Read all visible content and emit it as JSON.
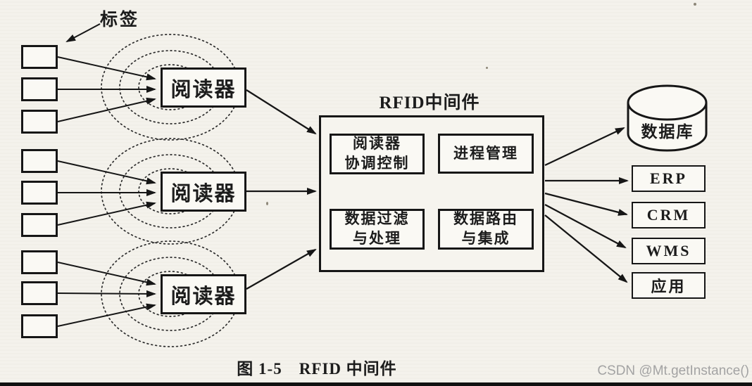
{
  "diagram": {
    "tags_label": "标签",
    "reader_label": "阅读器",
    "middleware": {
      "title": "RFID中间件",
      "modules": [
        {
          "lines": [
            "阅读器",
            "协调控制"
          ]
        },
        {
          "lines": [
            "进程管理"
          ]
        },
        {
          "lines": [
            "数据过滤",
            "与处理"
          ]
        },
        {
          "lines": [
            "数据路由",
            "与集成"
          ]
        }
      ]
    },
    "targets": {
      "database": "数据库",
      "erp": "ERP",
      "crm": "CRM",
      "wms": "WMS",
      "app": "应用"
    },
    "caption": "图 1-5　RFID 中间件",
    "watermark": "CSDN @Mt.getInstance()",
    "colors": {
      "paper": "#f4f2ec",
      "ink": "#1c1c1c",
      "watermark": "#a3a3a3"
    }
  }
}
